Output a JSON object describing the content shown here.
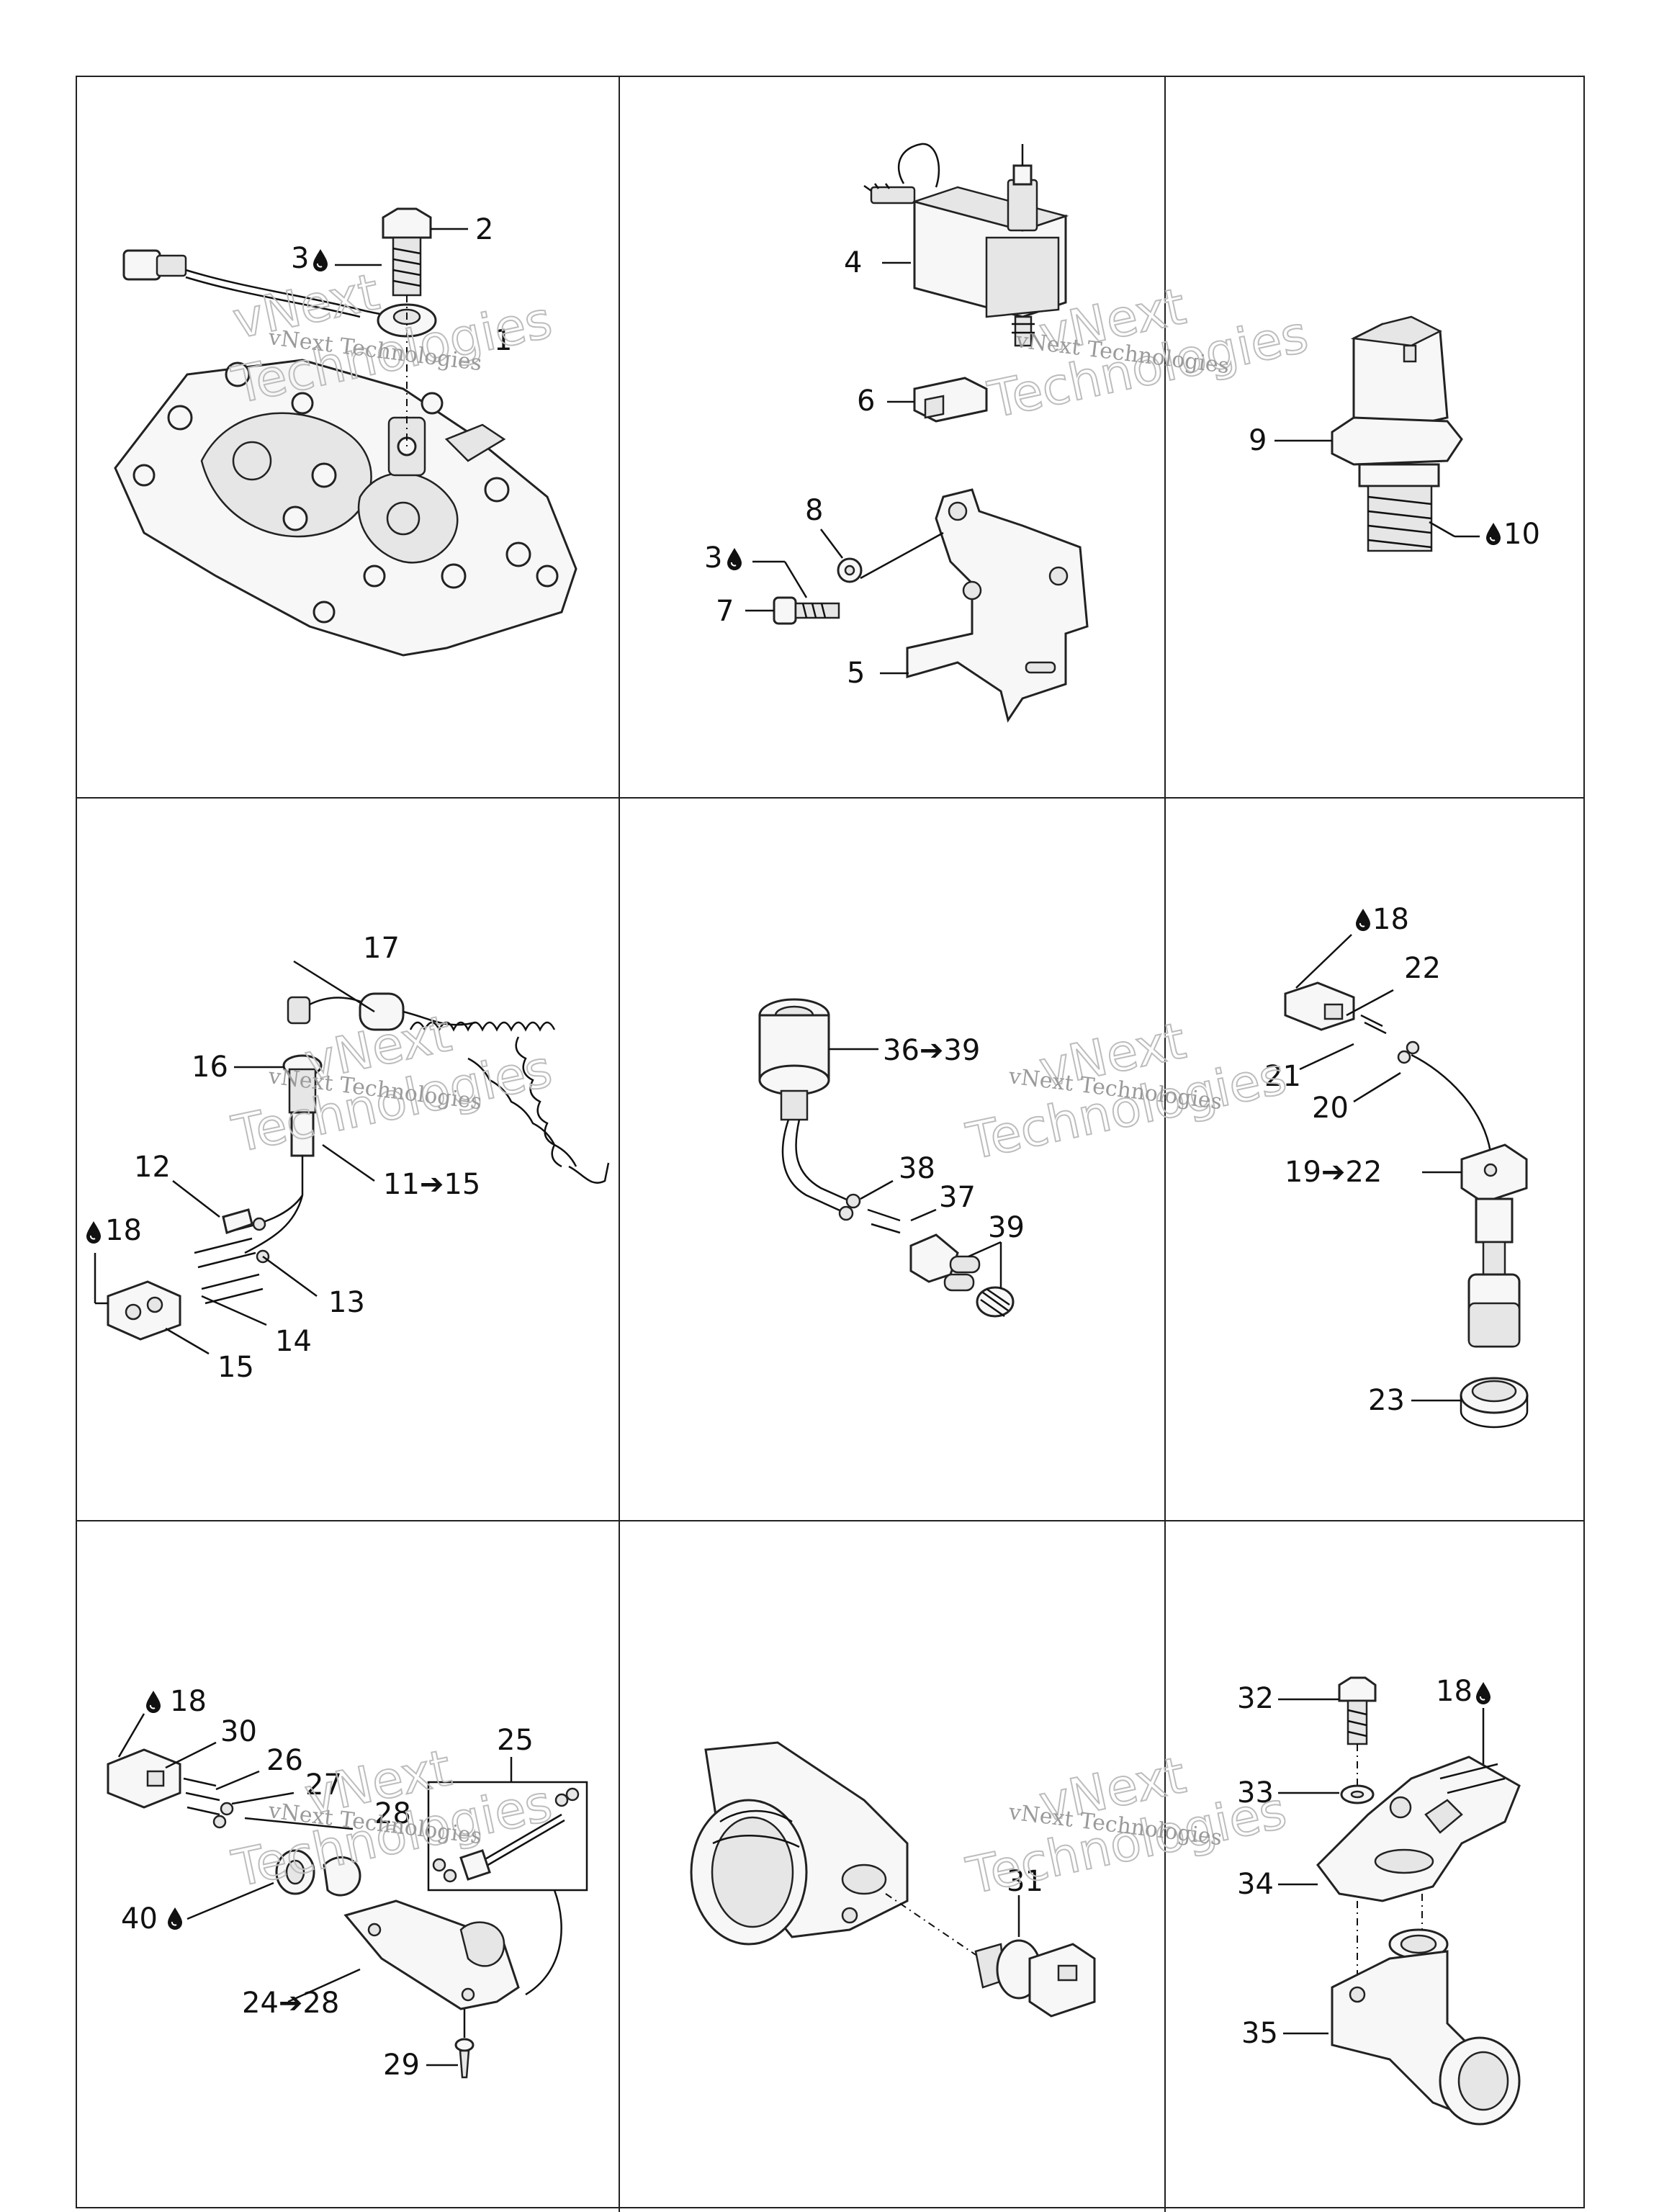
{
  "watermark": {
    "line1": "vNext",
    "line2": "Technologies",
    "full": "vNext Technologies"
  },
  "drop_symbol": "drop-icon",
  "panels": {
    "p1": {
      "labels": [
        "2",
        "3",
        "1"
      ]
    },
    "p2": {
      "labels": [
        "4",
        "6",
        "8",
        "3",
        "7",
        "5"
      ]
    },
    "p3": {
      "labels": [
        "9",
        "10"
      ]
    },
    "p4": {
      "labels": [
        "17",
        "16",
        "12",
        "11➔15",
        "18",
        "13",
        "14",
        "15"
      ]
    },
    "p5": {
      "labels": [
        "36➔39",
        "38",
        "37",
        "39"
      ]
    },
    "p6": {
      "labels": [
        "18",
        "22",
        "21",
        "20",
        "19➔22",
        "23"
      ]
    },
    "p7": {
      "labels": [
        "18",
        "30",
        "26",
        "25",
        "27",
        "28",
        "40",
        "24➔28",
        "29"
      ]
    },
    "p8": {
      "labels": [
        "31"
      ]
    },
    "p9": {
      "labels": [
        "32",
        "18",
        "33",
        "34",
        "35"
      ]
    }
  }
}
